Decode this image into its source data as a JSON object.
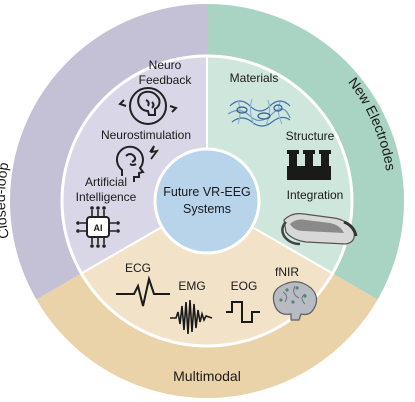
{
  "center": {
    "line1": "Future VR-EEG",
    "line2": "Systems"
  },
  "segments": {
    "closed_loop": {
      "title": "Closed-loop",
      "outer_color": "#c4c0d6",
      "inner_color": "#d9d6e7",
      "items": [
        {
          "line1": "Neuro",
          "line2": "Feedback",
          "icon": "brain-feedback-icon"
        },
        {
          "line1": "Neurostimulation",
          "icon": "head-stimulation-icon"
        },
        {
          "line1": "Artificial",
          "line2": "Intelligence",
          "icon": "ai-chip-icon"
        }
      ]
    },
    "new_electrodes": {
      "title": "New Electrodes",
      "outer_color": "#a9d3c2",
      "inner_color": "#cfe6dc",
      "items": [
        {
          "line1": "Materials",
          "icon": "material-mesh-icon"
        },
        {
          "line1": "Structure",
          "icon": "electrode-structure-icon"
        },
        {
          "line1": "Integration",
          "icon": "vr-headset-icon"
        }
      ]
    },
    "multimodal": {
      "title": "Multimodal",
      "outer_color": "#ead2a9",
      "inner_color": "#f2e3c8",
      "items": [
        {
          "line1": "ECG",
          "icon": "ecg-waveform-icon"
        },
        {
          "line1": "EMG",
          "icon": "emg-waveform-icon"
        },
        {
          "line1": "EOG",
          "icon": "eog-waveform-icon"
        },
        {
          "line1": "fNIR",
          "icon": "fnir-brain-icon"
        }
      ]
    }
  },
  "center_color": "#b7d4ea"
}
